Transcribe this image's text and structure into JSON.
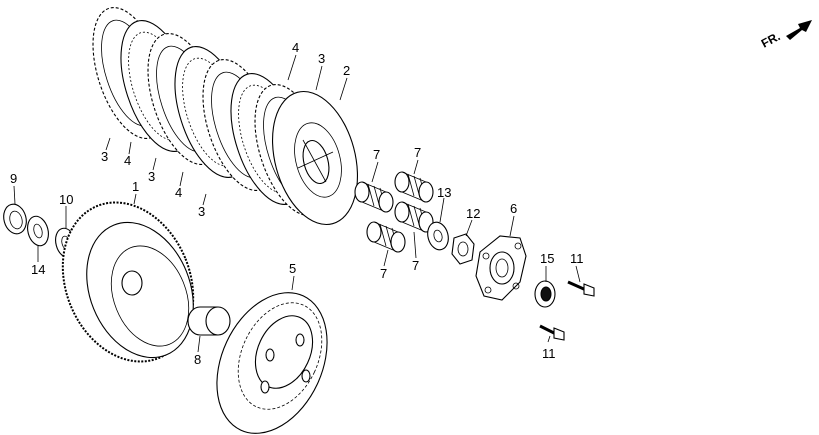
{
  "diagram": {
    "direction_label": "FR.",
    "callouts": {
      "c1": "1",
      "c2": "2",
      "c3a": "3",
      "c3b": "3",
      "c3c": "3",
      "c3d": "3",
      "c4a": "4",
      "c4b": "4",
      "c4c": "4",
      "c5": "5",
      "c6": "6",
      "c7a": "7",
      "c7b": "7",
      "c7c": "7",
      "c7d": "7",
      "c8": "8",
      "c9": "9",
      "c10": "10",
      "c11a": "11",
      "c11b": "11",
      "c12": "12",
      "c13": "13",
      "c14": "14",
      "c15": "15"
    }
  }
}
